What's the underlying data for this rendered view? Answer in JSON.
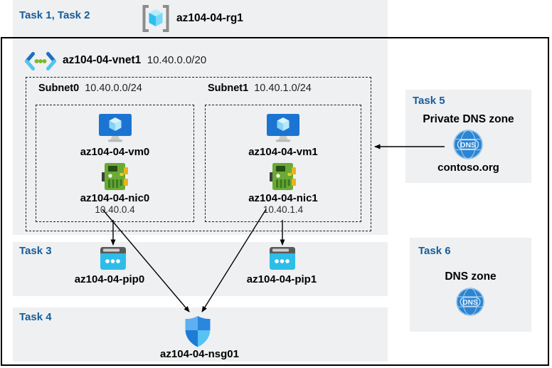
{
  "header": {
    "tasks_label": "Task 1, Task 2",
    "resource_group": "az104-04-rg1"
  },
  "vnet": {
    "name": "az104-04-vnet1",
    "cidr": "10.40.0.0/20"
  },
  "subnets": [
    {
      "name": "Subnet0",
      "cidr": "10.40.0.0/24",
      "vm": "az104-04-vm0",
      "nic": "az104-04-nic0",
      "nic_ip": "10.40.0.4"
    },
    {
      "name": "Subnet1",
      "cidr": "10.40.1.0/24",
      "vm": "az104-04-vm1",
      "nic": "az104-04-nic1",
      "nic_ip": "10.40.1.4"
    }
  ],
  "task3": {
    "label": "Task 3",
    "pip0": "az104-04-pip0",
    "pip1": "az104-04-pip1"
  },
  "task4": {
    "label": "Task 4",
    "nsg": "az104-04-nsg01"
  },
  "task5": {
    "label": "Task 5",
    "title": "Private DNS zone",
    "zone_name": "contoso.org",
    "icon_text": "DNS"
  },
  "task6": {
    "label": "Task 6",
    "title": "DNS zone",
    "icon_text": "DNS"
  },
  "colors": {
    "task_label_blue": "#175d9b",
    "panel_gray": "#eef0f1",
    "diagram_border": "#000000",
    "vm_monitor_blue": "#1b74d2",
    "nic_green": "#6aaa35",
    "public_ip_cyan": "#2ebde8",
    "dns_globe_blue": "#2b85d3",
    "nsg_shield_blue": "#2b87de"
  }
}
